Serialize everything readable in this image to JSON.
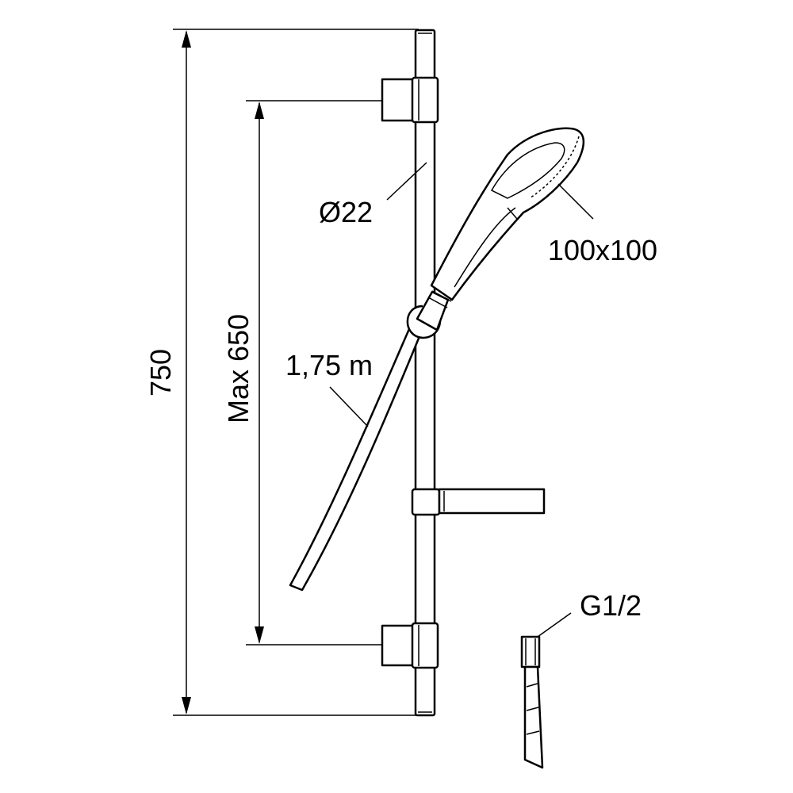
{
  "drawing": {
    "labels": {
      "total_height": "750",
      "max_distance": "Max 650",
      "bar_diameter": "Ø22",
      "hose_length": "1,75 m",
      "head_size": "100x100",
      "connection": "G1/2"
    },
    "colors": {
      "line": "#000000",
      "background": "#ffffff"
    }
  }
}
